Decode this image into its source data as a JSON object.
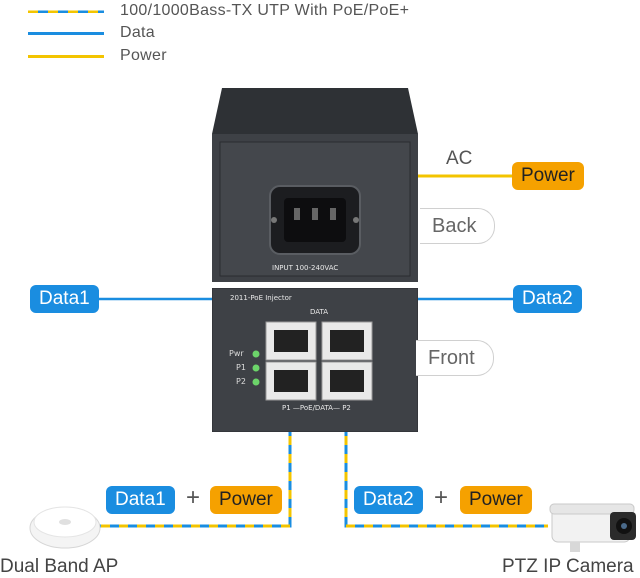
{
  "legend": [
    {
      "label": "100/1000Bass-TX UTP With PoE/PoE+",
      "style": "combined"
    },
    {
      "label": "Data",
      "style": "data"
    },
    {
      "label": "Power",
      "style": "power"
    }
  ],
  "colors": {
    "data": "#1a8de0",
    "power": "#f3c400",
    "accent_orange": "#f5a100",
    "device": "#3e4146"
  },
  "back_panel": {
    "ac_label": "AC",
    "power_badge": "Power",
    "side_label": "Back",
    "inlet_text": "INPUT 100-240VAC"
  },
  "front_panel": {
    "model_text": "2011-PoE Injector",
    "data_label": "DATA",
    "poe_label": "P1 —PoE/DATA— P2",
    "side_label": "Front",
    "leds": [
      "Pwr",
      "P1",
      "P2"
    ],
    "data1_badge": "Data1",
    "data2_badge": "Data2"
  },
  "bottom": {
    "left_data": "Data1",
    "left_power": "Power",
    "right_data": "Data2",
    "right_power": "Power",
    "plus": "+",
    "left_device": "Dual Band AP",
    "right_device": "PTZ IP Camera"
  }
}
